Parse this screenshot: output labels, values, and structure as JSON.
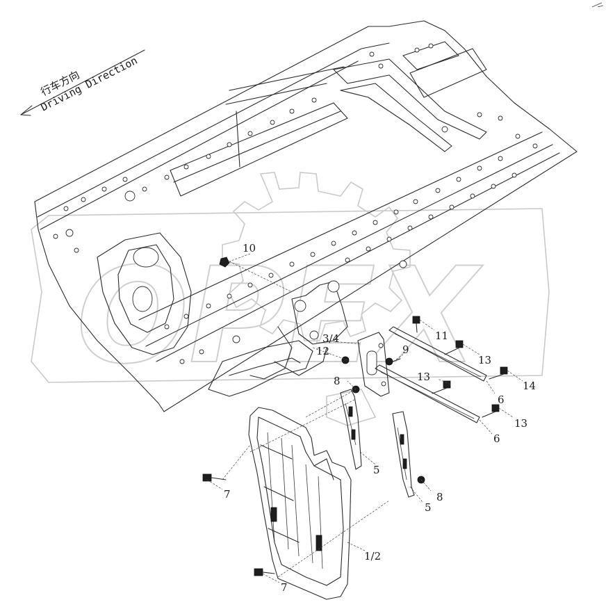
{
  "direction_label": {
    "chinese": "行车方向",
    "english": "Driving Direction"
  },
  "watermark": {
    "text": "OPEX"
  },
  "callouts": [
    {
      "id": "c10",
      "label": "10"
    },
    {
      "id": "c3-4",
      "label": "3/4"
    },
    {
      "id": "c12",
      "label": "12"
    },
    {
      "id": "c9",
      "label": "9"
    },
    {
      "id": "c11",
      "label": "11"
    },
    {
      "id": "c13a",
      "label": "13"
    },
    {
      "id": "c13b",
      "label": "13"
    },
    {
      "id": "c14",
      "label": "14"
    },
    {
      "id": "c6a",
      "label": "6"
    },
    {
      "id": "c13c",
      "label": "13"
    },
    {
      "id": "c6b",
      "label": "6"
    },
    {
      "id": "c8a",
      "label": "8"
    },
    {
      "id": "c5a",
      "label": "5"
    },
    {
      "id": "c8b",
      "label": "8"
    },
    {
      "id": "c5b",
      "label": "5"
    },
    {
      "id": "c7a",
      "label": "7"
    },
    {
      "id": "c1-2",
      "label": "1/2"
    },
    {
      "id": "c7b",
      "label": "7"
    }
  ]
}
